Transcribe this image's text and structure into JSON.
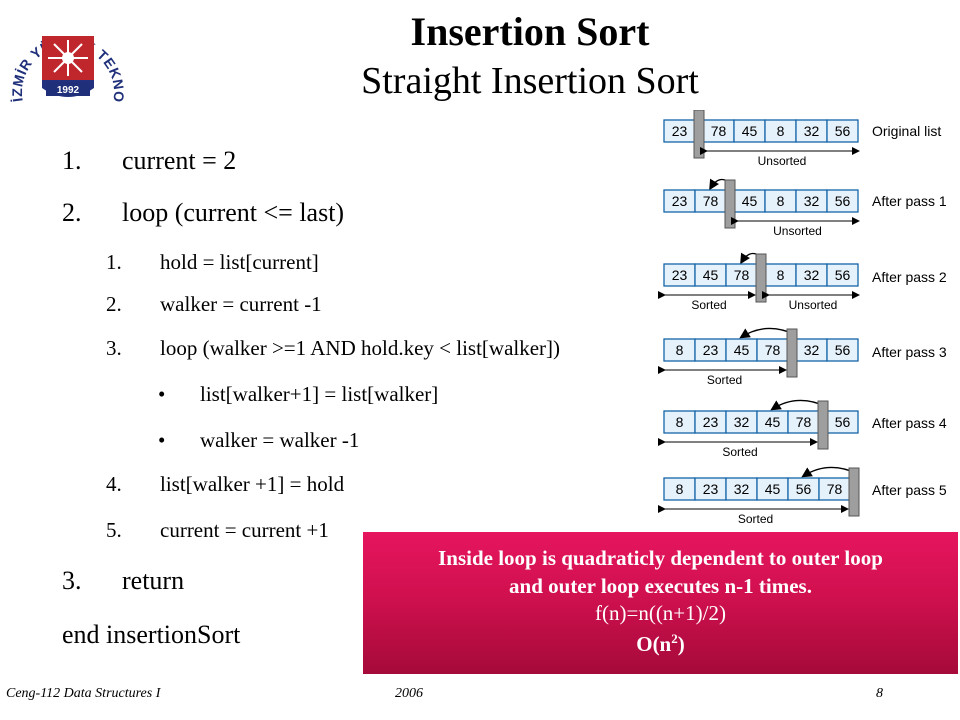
{
  "logo": {
    "ring_text": "İZMİR YÜKSEK TEKNOLOJİ ENSTİTÜSÜ",
    "year": "1992",
    "colors": {
      "ring": "#1f2f7a",
      "emblem_blue": "#23307e",
      "emblem_red": "#c0272d",
      "year_bg": "#1f2f7a"
    }
  },
  "header": {
    "title": "Insertion Sort",
    "subtitle": "Straight Insertion Sort"
  },
  "algorithm": {
    "lines": [
      {
        "num": "1.",
        "text": "current = 2"
      },
      {
        "num": "2.",
        "text": "loop (current <= last)"
      },
      {
        "num": "1.",
        "text": "hold = list[current]"
      },
      {
        "num": "2.",
        "text": "walker = current -1"
      },
      {
        "num": "3.",
        "text": "loop (walker >=1 AND hold.key < list[walker])"
      },
      {
        "num": "•",
        "text": "list[walker+1] = list[walker]"
      },
      {
        "num": "•",
        "text": "walker = walker -1"
      },
      {
        "num": "4.",
        "text": "list[walker +1] = hold"
      },
      {
        "num": "5.",
        "text": "current = current +1"
      },
      {
        "num": "3.",
        "text": "return"
      },
      {
        "num": "",
        "text": "end insertionSort"
      }
    ]
  },
  "diagram": {
    "colors": {
      "cell_fill": "#e6f2fb",
      "cell_border": "#1565a8",
      "marker_fill": "#9e9e9e",
      "arrow": "#000000"
    },
    "passes": [
      {
        "label": "Original list",
        "values": [
          "23",
          "78",
          "45",
          "8",
          "32",
          "56"
        ],
        "sorted_label": "",
        "unsorted_label": "Unsorted"
      },
      {
        "label": "After pass 1",
        "values": [
          "23",
          "78",
          "45",
          "8",
          "32",
          "56"
        ],
        "sorted_label": "",
        "unsorted_label": "Unsorted"
      },
      {
        "label": "After pass 2",
        "values": [
          "23",
          "45",
          "78",
          "8",
          "32",
          "56"
        ],
        "sorted_label": "Sorted",
        "unsorted_label": "Unsorted"
      },
      {
        "label": "After pass 3",
        "values": [
          "8",
          "23",
          "45",
          "78",
          "32",
          "56"
        ],
        "sorted_label": "Sorted",
        "unsorted_label": ""
      },
      {
        "label": "After pass 4",
        "values": [
          "8",
          "23",
          "32",
          "45",
          "78",
          "56"
        ],
        "sorted_label": "Sorted",
        "unsorted_label": ""
      },
      {
        "label": "After pass 5",
        "values": [
          "8",
          "23",
          "32",
          "45",
          "56",
          "78"
        ],
        "sorted_label": "Sorted",
        "unsorted_label": ""
      }
    ]
  },
  "callout": {
    "line1": "Inside loop is quadraticly dependent to outer loop",
    "line2": "and outer loop executes n-1 times.",
    "line3": "f(n)=n((n+1)/2)",
    "line4_base": "O(n",
    "line4_sup": "2",
    "line4_close": ")",
    "colors": {
      "top": "#e6155e",
      "bottom": "#a50a3a",
      "text": "#ffffff"
    }
  },
  "footer": {
    "course": "Ceng-112 Data Structures I",
    "year": "2006",
    "page": "8"
  }
}
